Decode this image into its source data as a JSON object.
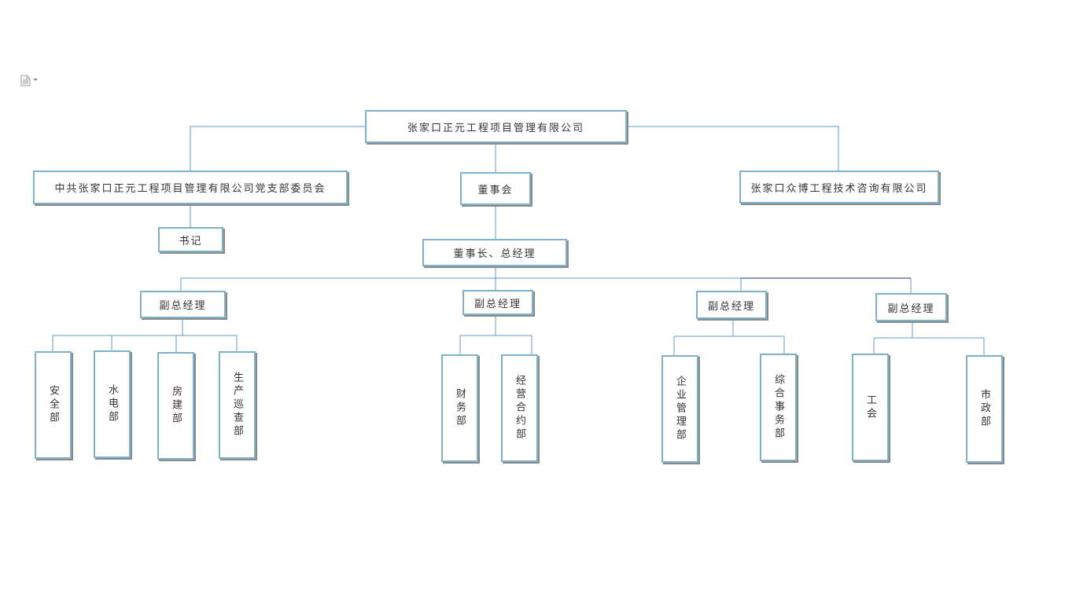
{
  "toolbar": {
    "icon": "document-icon",
    "dropdown_icon": "caret-down-icon"
  },
  "org": {
    "root": "张家口正元工程项目管理有限公司",
    "party_committee": "中共张家口正元工程项目管理有限公司党支部委员会",
    "secretary": "书记",
    "board": "董事会",
    "affiliate": "张家口众博工程技术咨询有限公司",
    "chairman": "董事长、总经理",
    "vp1": "副总经理",
    "vp2": "副总经理",
    "vp3": "副总经理",
    "vp4": "副总经理",
    "depts": {
      "safety": "安全部",
      "water_power": "水电部",
      "building": "房建部",
      "inspection": "生产巡查部",
      "finance": "财务部",
      "contracts": "经营合约部",
      "enterprise": "企业管理部",
      "general_affairs": "综合事务部",
      "union": "工会",
      "municipal": "市政部"
    }
  },
  "colors": {
    "line": "#5b9bc4",
    "line_dark": "#1f3a6e",
    "border": "#7fb0cc",
    "shadow": "#8a8a8a"
  }
}
